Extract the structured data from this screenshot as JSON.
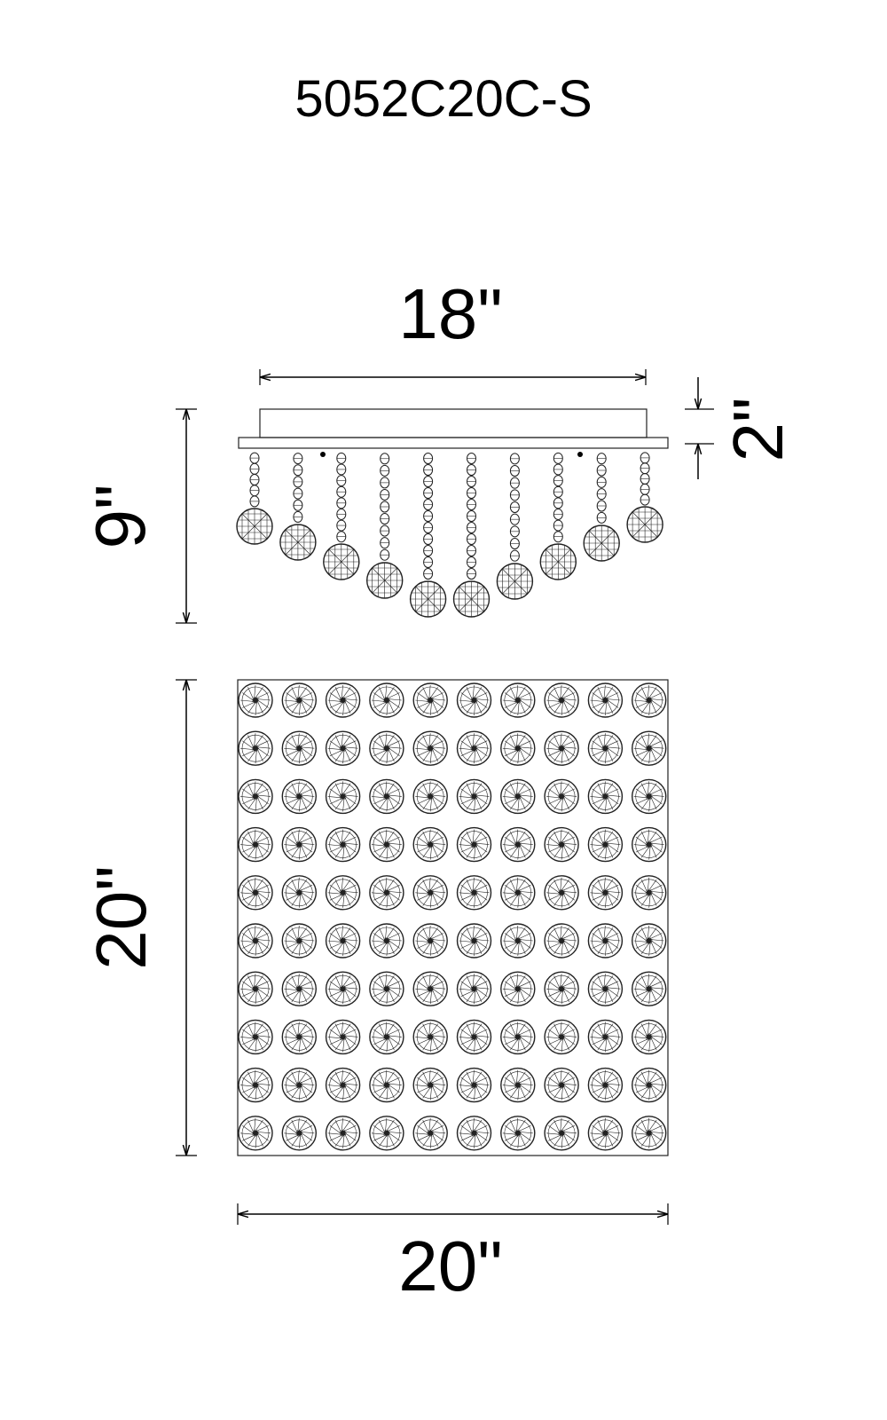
{
  "title": "5052C20C-S",
  "dimensions": {
    "side_width": "18\"",
    "canopy_height": "2\"",
    "overall_height": "9\"",
    "top_depth": "20\"",
    "top_width": "20\""
  },
  "fixture": {
    "pendant_count": 10,
    "crystal_rows": 10,
    "crystal_cols": 10,
    "line_color": "#222222"
  }
}
